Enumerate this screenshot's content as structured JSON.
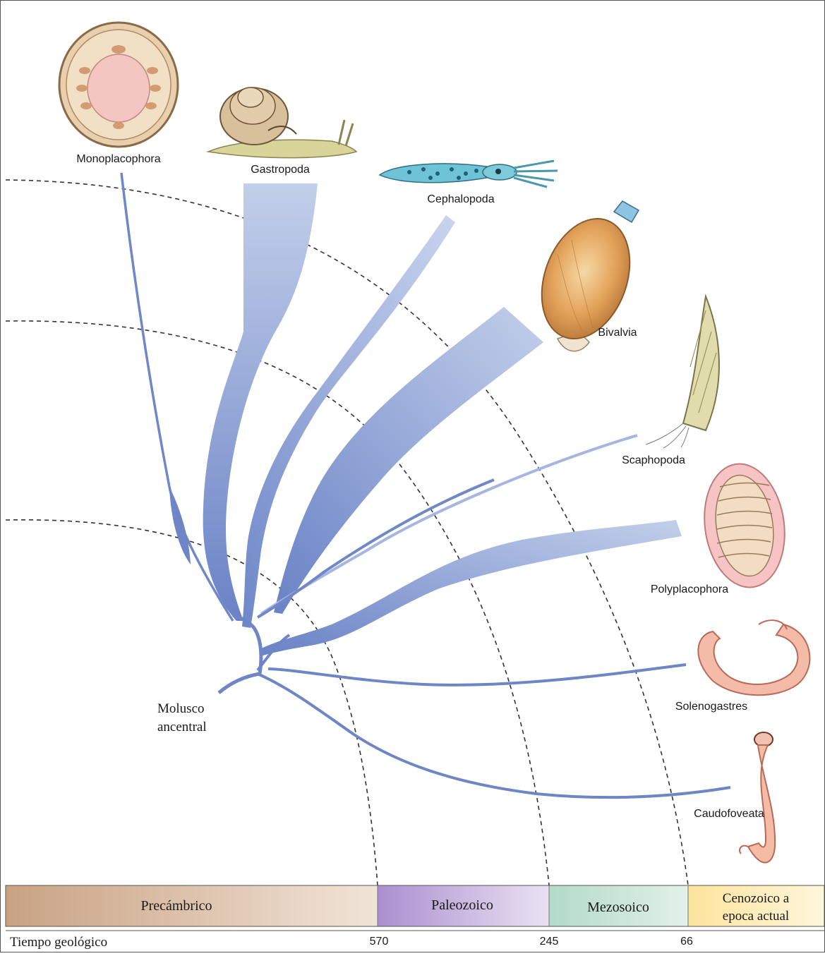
{
  "taxa": {
    "monoplacophora": "Monoplacophora",
    "gastropoda": "Gastropoda",
    "cephalopoda": "Cephalopoda",
    "bivalvia": "Bivalvia",
    "scaphopoda": "Scaphopoda",
    "polyplacophora": "Polyplacophora",
    "solenogastres": "Solenogastres",
    "caudofoveata": "Caudofoveata"
  },
  "root_label": {
    "line1": "Molusco",
    "line2": "ancentral"
  },
  "eras": [
    {
      "name": "Precámbrico",
      "line2": ""
    },
    {
      "name": "Paleozoico",
      "line2": ""
    },
    {
      "name": "Mezosoico",
      "line2": ""
    },
    {
      "name": "Cenozoico a",
      "line2": "epoca actual"
    }
  ],
  "time_axis": {
    "label": "Tiempo geológico",
    "ticks": [
      "570",
      "245",
      "66"
    ]
  },
  "colors": {
    "branch": "#7088c8",
    "branch_light": "#b8c6e6",
    "precambrian": "#c8a080",
    "paleozoic": "#b49ad2",
    "mesozoic": "#b8dccc",
    "cenozoic": "#fde8a8",
    "dashed": "#333333"
  }
}
